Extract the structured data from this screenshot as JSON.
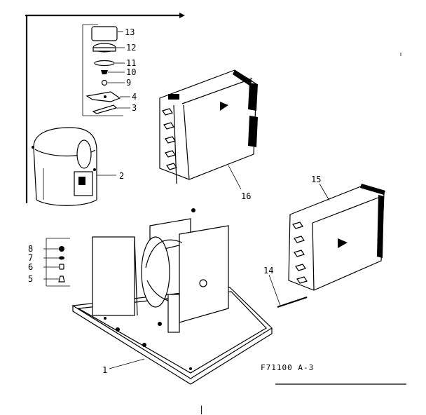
{
  "diagram": {
    "drawing_code": "F71100 A-3",
    "page_marker": "|",
    "callouts": {
      "p1": "1",
      "p2": "2",
      "p3": "3",
      "p4": "4",
      "p5": "5",
      "p6": "6",
      "p7": "7",
      "p8": "8",
      "p9": "9",
      "p10": "10",
      "p11": "11",
      "p12": "12",
      "p13": "13",
      "p14": "14",
      "p15": "15",
      "p16": "16"
    }
  }
}
